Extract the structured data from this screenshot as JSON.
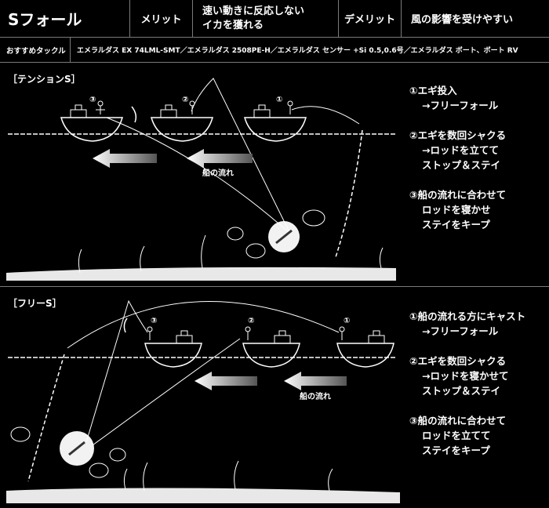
{
  "header": {
    "title": "Sフォール",
    "merit_label": "メリット",
    "merit_text": "速い動きに反応しない\nイカを獲れる",
    "demerit_label": "デメリット",
    "demerit_text": "風の影響を受けやすい"
  },
  "tackle": {
    "label": "おすすめタックル",
    "value": "エメラルダス EX 74LML-SMT／エメラルダス 2508PE-H／エメラルダス センサー +Si 0.5,0.6号／エメラルダス ボート、ボート RV"
  },
  "tension": {
    "label": "［テンションS］",
    "current_label": "船の流れ",
    "boat_numbers": [
      "③",
      "②",
      "①"
    ],
    "steps": [
      {
        "line1": "①エギ投入",
        "line2": "→フリーフォール"
      },
      {
        "line1": "②エギを数回シャクる",
        "line2": "→ロッドを立てて",
        "line3": "ストップ＆ステイ"
      },
      {
        "line1": "③船の流れに合わせて",
        "line2": "ロッドを寝かせ",
        "line3": "ステイをキープ"
      }
    ]
  },
  "free": {
    "label": "［フリーS］",
    "current_label": "船の流れ",
    "boat_numbers": [
      "③",
      "②",
      "①"
    ],
    "steps": [
      {
        "line1": "①船の流れる方にキャスト",
        "line2": "→フリーフォール"
      },
      {
        "line1": "②エギを数回シャクる",
        "line2": "→ロッドを寝かせて",
        "line3": "ストップ＆ステイ"
      },
      {
        "line1": "③船の流れに合わせて",
        "line2": "ロッドを立てて",
        "line3": "ステイをキープ"
      }
    ]
  },
  "colors": {
    "background": "#000000",
    "line": "#ffffff",
    "divider": "#7a7a7a",
    "sand": "#e8e8e8"
  }
}
